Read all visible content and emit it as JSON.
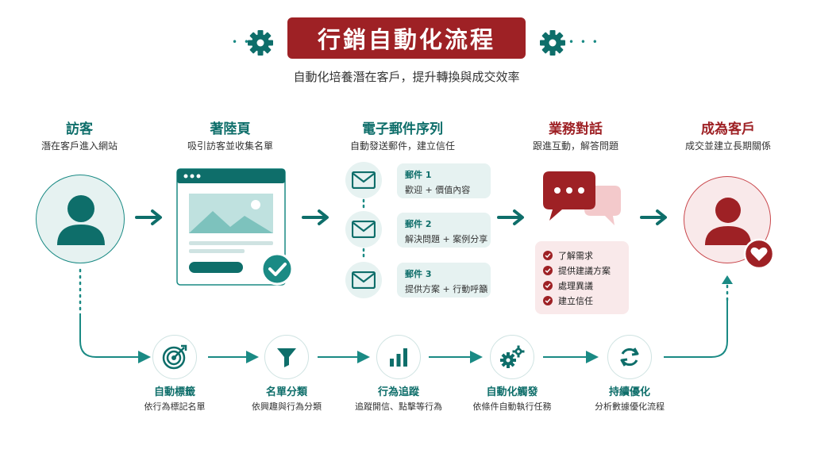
{
  "header": {
    "title": "行銷自動化流程",
    "subtitle": "自動化培養潛在客戶，提升轉換與成交效率"
  },
  "stages": [
    {
      "title": "訪客",
      "desc": "潛在客戶進入網站"
    },
    {
      "title": "著陸頁",
      "desc": "吸引訪客並收集名單"
    },
    {
      "title": "電子郵件序列",
      "desc": "自動發送郵件，建立信任"
    },
    {
      "title": "業務對話",
      "desc": "跟進互動，解答問題"
    },
    {
      "title": "成為客戶",
      "desc": "成交並建立長期關係"
    }
  ],
  "emails": [
    {
      "label": "郵件 1",
      "desc": "歡迎 + 價值內容"
    },
    {
      "label": "郵件 2",
      "desc": "解決問題 + 案例分享"
    },
    {
      "label": "郵件 3",
      "desc": "提供方案 + 行動呼籲"
    }
  ],
  "sales_items": [
    "了解需求",
    "提供建議方案",
    "處理異議",
    "建立信任"
  ],
  "automation": [
    {
      "title": "自動標籤",
      "desc": "依行為標記名單",
      "icon": "target-icon"
    },
    {
      "title": "名單分類",
      "desc": "依興趣與行為分類",
      "icon": "funnel-icon"
    },
    {
      "title": "行為追蹤",
      "desc": "追蹤開信、點擊等行為",
      "icon": "bar-chart-icon"
    },
    {
      "title": "自動化觸發",
      "desc": "依條件自動執行任務",
      "icon": "gears-icon"
    },
    {
      "title": "持續優化",
      "desc": "分析數據優化流程",
      "icon": "refresh-icon"
    }
  ],
  "colors": {
    "teal": "#0e6e6a",
    "teal_light": "#e6f2f1",
    "red": "#9e2125",
    "red_light": "#f9e9ea"
  }
}
